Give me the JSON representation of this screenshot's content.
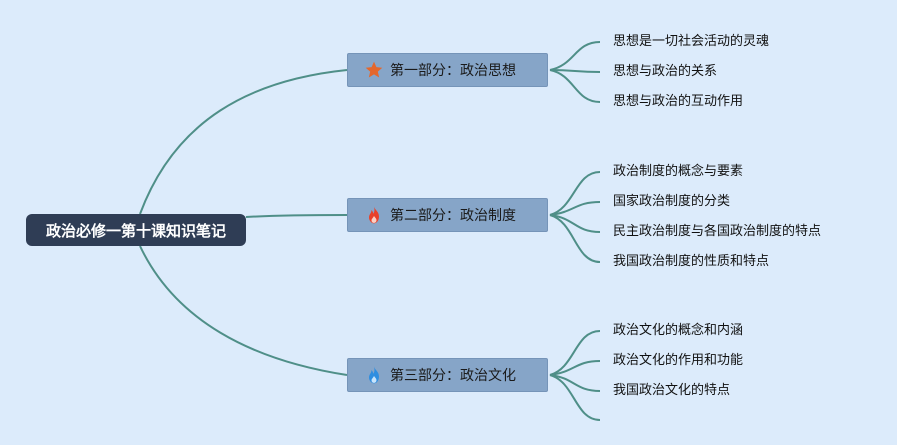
{
  "root": {
    "title": "政治必修一第十课知识笔记"
  },
  "branches": [
    {
      "label": "第一部分：政治思想",
      "icon": "star-icon",
      "icon_color": "#e4672c",
      "children": [
        "思想是一切社会活动的灵魂",
        "思想与政治的关系",
        "思想与政治的互动作用"
      ]
    },
    {
      "label": "第二部分：政治制度",
      "icon": "fire-icon",
      "icon_color": "#e8412a",
      "children": [
        "政治制度的概念与要素",
        "国家政治制度的分类",
        "民主政治制度与各国政治制度的特点",
        "我国政治制度的性质和特点"
      ]
    },
    {
      "label": "第三部分：政治文化",
      "icon": "water-drop-icon",
      "icon_color": "#2f8ee0",
      "children": [
        "政治文化的概念和内涵",
        "政治文化的作用和功能",
        "我国政治文化的特点",
        ""
      ]
    }
  ],
  "colors": {
    "background": "#dcebfb",
    "root": "#2f3d55",
    "branch": "#86a5c8",
    "link": "#4f8f88"
  }
}
